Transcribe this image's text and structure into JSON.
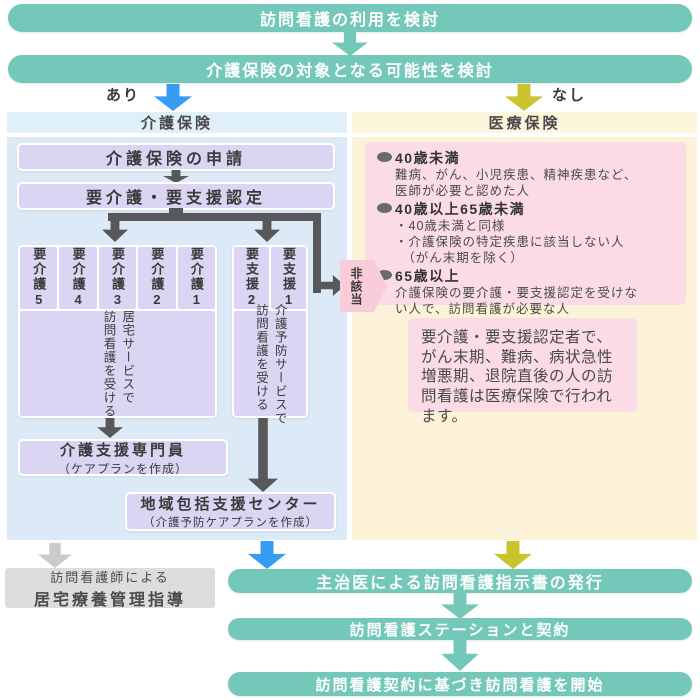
{
  "colors": {
    "teal": "#73c8b9",
    "blue_arrow": "#379bf3",
    "yellow_arrow": "#c9c42d",
    "dark_arrow": "#58585b",
    "gray_arrow": "#cbcbcb",
    "purple_box": "#dbd4f2",
    "pink_box": "#fbdce6",
    "care_panel": "#dceaf8",
    "medical_panel": "#fbf2d8"
  },
  "top": {
    "banner1": "訪問看護の利用を検討",
    "banner2": "介護保険の対象となる可能性を検討",
    "label_yes": "あり",
    "label_no": "なし"
  },
  "care": {
    "header": "介護保険",
    "apply": "介護保険の申請",
    "certification": "要介護・要支援認定",
    "kaigo_levels": [
      "要介護5",
      "要介護4",
      "要介護3",
      "要介護2",
      "要介護1"
    ],
    "kaigo_service": [
      "居宅サービスで",
      "訪問看護を受ける"
    ],
    "shien_levels": [
      "要支援2",
      "要支援1"
    ],
    "shien_service": [
      "介護予防サービスで",
      "訪問看護を受ける"
    ],
    "care_manager": {
      "title": "介護支援専門員",
      "sub": "（ケアプランを作成）"
    },
    "community_center": {
      "title": "地域包括支援センター",
      "sub": "（介護予防ケアプランを作成）"
    },
    "gray_box": [
      "訪問看護師による",
      "居宅療養管理指導"
    ]
  },
  "medical": {
    "header": "医療保険",
    "not_applicable": "非該当",
    "eligibility": [
      {
        "heading": "40歳未満",
        "lines": [
          "難病、がん、小児疾患、精神疾患など、",
          "医師が必要と認めた人"
        ]
      },
      {
        "heading": "40歳以上65歳未満",
        "lines": [
          "・40歳未満と同様",
          "・介護保険の特定疾患に該当しない人",
          "　（がん末期を除く）"
        ]
      },
      {
        "heading": "65歳以上",
        "lines": [
          "介護保険の要介護・要支援認定を受けな",
          "い人で、訪問看護が必要な人"
        ]
      }
    ],
    "note": "要介護・要支援認定者で、がん末期、難病、病状急性増悪期、退院直後の人の訪問看護は医療保険で行われます。"
  },
  "bottom": {
    "banner1": "主治医による訪問看護指示書の発行",
    "banner2": "訪問看護ステーションと契約",
    "banner3": "訪問看護契約に基づき訪問看護を開始"
  }
}
